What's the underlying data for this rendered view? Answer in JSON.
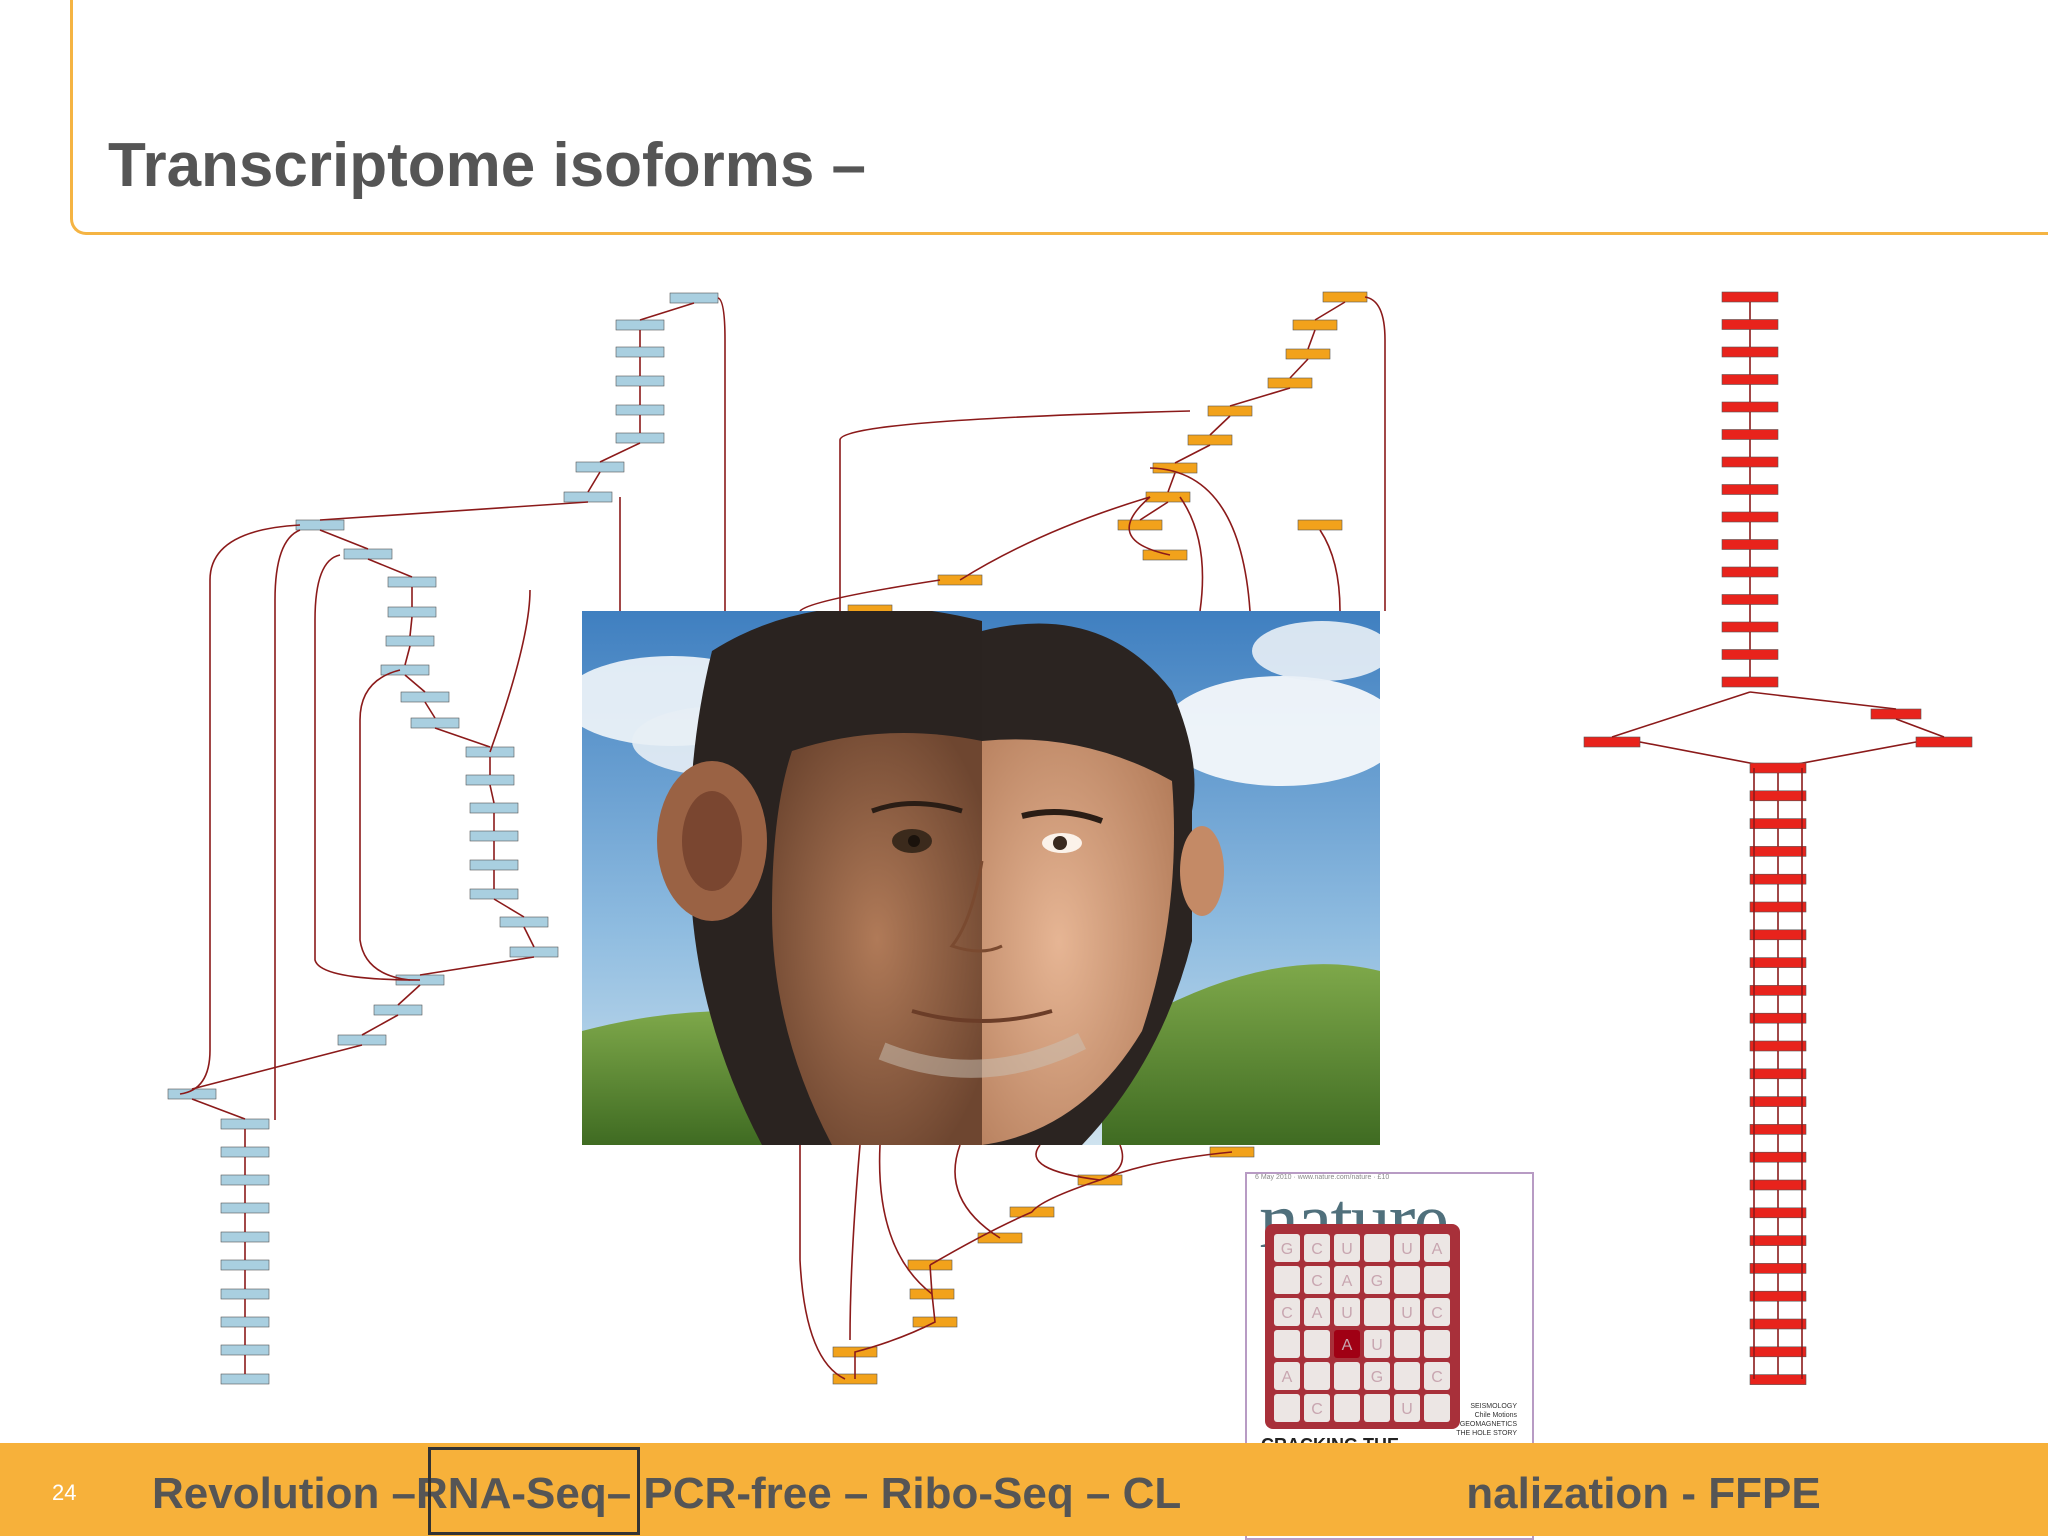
{
  "slide": {
    "title": "Transcriptome isoforms –",
    "number": "24"
  },
  "footer": {
    "segments": [
      "Revolution – ",
      "RNA-Seq",
      " – PCR-free – Ribo-Seq – CL",
      "nalization - FFPE"
    ],
    "highlighted": "RNA-Seq"
  },
  "colors": {
    "accent": "#f7b13a",
    "title_text": "#555555",
    "human_nodes": "#a9cfe0",
    "chimp_nodes": "#f2a21b",
    "third_nodes": "#e8231c",
    "edges": "#8b1a1a"
  },
  "images": {
    "photo": "chimpanzee-human-split-face-illustration",
    "cover": "nature-journal-cover"
  },
  "nature_cover": {
    "logo": "nature",
    "headline": "CRACKING THE SPLICING CODE",
    "letters": [
      "G",
      "C",
      "U",
      "",
      "U",
      "A",
      "",
      "C",
      "A",
      "G",
      "",
      "",
      "C",
      "A",
      "U",
      "",
      "U",
      "C",
      "",
      "",
      "A",
      "U",
      "",
      "",
      "A",
      "",
      "",
      "G",
      "",
      "C",
      "",
      "C",
      "",
      "",
      "U",
      ""
    ]
  }
}
